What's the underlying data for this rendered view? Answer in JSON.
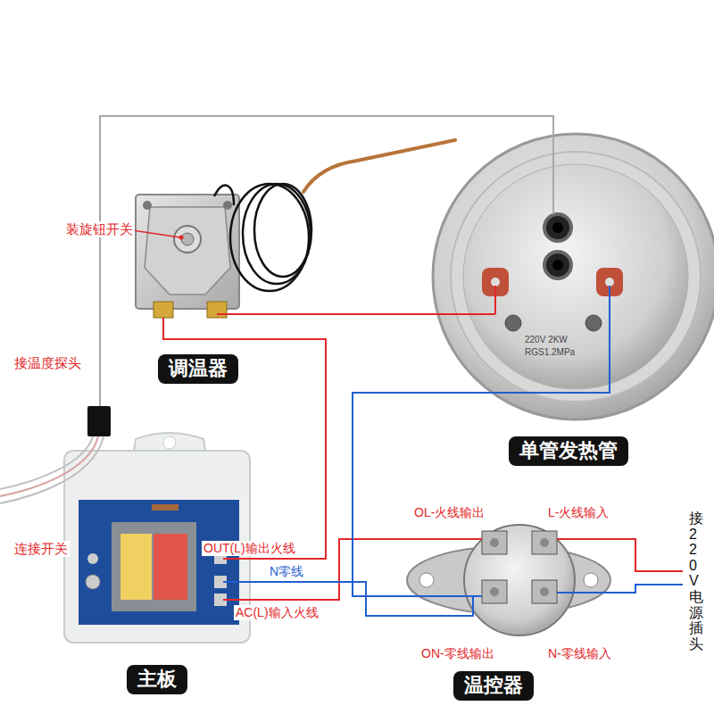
{
  "diagram": {
    "nodes": [
      {
        "text": [
          "调温器"
        ]
      },
      {
        "text": [
          "单管发热管"
        ]
      },
      {
        "text": [
          "主板"
        ]
      },
      {
        "text": [
          "温控器"
        ]
      }
    ],
    "edges": [
      {
        "from": 0,
        "to": 1,
        "arrow": "none"
      },
      {
        "from": 2,
        "to": 0,
        "arrow": "none"
      },
      {
        "from": 3,
        "to": 2,
        "arrow": "none"
      },
      {
        "from": 3,
        "to": 1,
        "arrow": "none"
      },
      {
        "from": 2,
        "to": 3,
        "arrow": "none"
      },
      {
        "from": 2,
        "to": 1,
        "arrow": "none"
      }
    ],
    "labels": [
      "装旋钮开关",
      "接温度探头",
      "连接开关",
      "OUT(L)输出火线",
      "N零线",
      "AC(L)输入火线",
      "OL-火线输出",
      "L-火线输入",
      "ON-零线输出",
      "N-零线输入",
      "接220V电源插头",
      "220V 2KW",
      "RGS1.2MPa"
    ]
  }
}
